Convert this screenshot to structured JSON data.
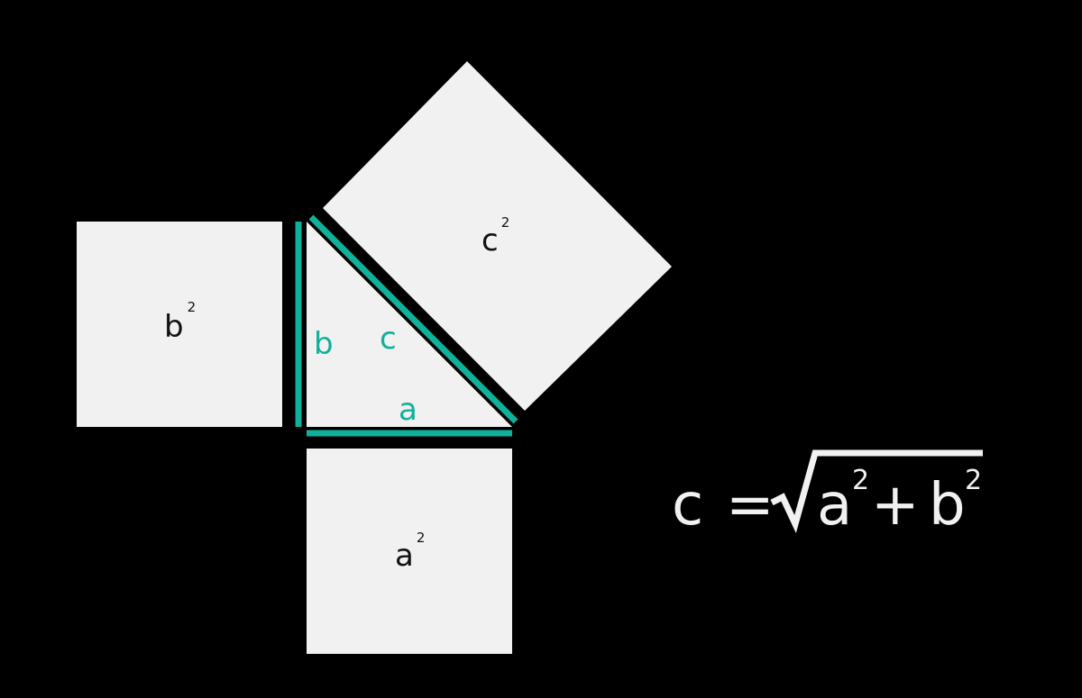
{
  "colors": {
    "background": "#000000",
    "square_fill": "#f1f1f1",
    "accent": "#10b09a",
    "text_dark": "#111111",
    "text_light": "#f1f1f1"
  },
  "squares": {
    "a": {
      "base": "a",
      "exp": "2"
    },
    "b": {
      "base": "b",
      "exp": "2"
    },
    "c": {
      "base": "c",
      "exp": "2"
    }
  },
  "sides": {
    "a": "a",
    "b": "b",
    "c": "c"
  },
  "formula": {
    "lhs": "c",
    "equals": "=",
    "a": "a",
    "a_exp": "2",
    "plus": "+",
    "b": "b",
    "b_exp": "2"
  }
}
